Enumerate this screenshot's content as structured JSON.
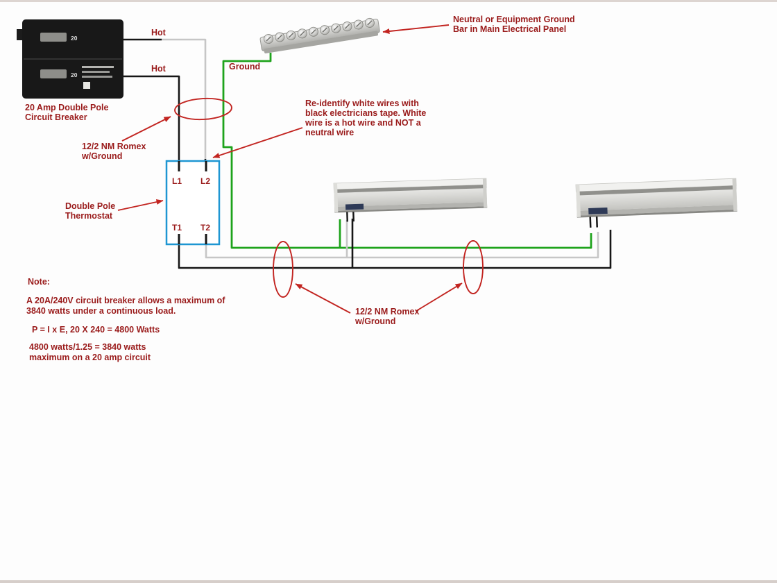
{
  "colors": {
    "annotation_text": "#9a1b1b",
    "callout_red": "#c22420",
    "wire_black": "#161616",
    "wire_white": "#c6c6c6",
    "wire_green": "#1ea31c",
    "thermostat_outline": "#1e96d2"
  },
  "labels": {
    "hot_top": "Hot",
    "hot_bottom": "Hot",
    "ground": "Ground",
    "ground_bar": [
      "Neutral or Equipment Ground",
      "Bar in Main Electrical Panel"
    ],
    "breaker": [
      "20 Amp Double Pole",
      "Circuit Breaker"
    ],
    "breaker_amp": "20",
    "romex_left": [
      "12/2 NM Romex",
      "w/Ground"
    ],
    "reidentify": [
      "Re-identify white wires with",
      "black electricians tape. White",
      "wire is a hot wire and NOT a",
      "neutral wire"
    ],
    "thermostat": [
      "Double Pole",
      "Thermostat"
    ],
    "romex_bottom": [
      "12/2 NM Romex",
      "w/Ground"
    ],
    "terminals": {
      "l1": "L1",
      "l2": "L2",
      "t1": "T1",
      "t2": "T2"
    }
  },
  "note": {
    "heading": "Note:",
    "lines": [
      "A 20A/240V circuit breaker allows a maximum of",
      "3840 watts under a continuous load.",
      "P = I x E, 20 X 240 = 4800 Watts",
      "4800 watts/1.25 = 3840 watts",
      "maximum on a 20 amp circuit"
    ]
  }
}
